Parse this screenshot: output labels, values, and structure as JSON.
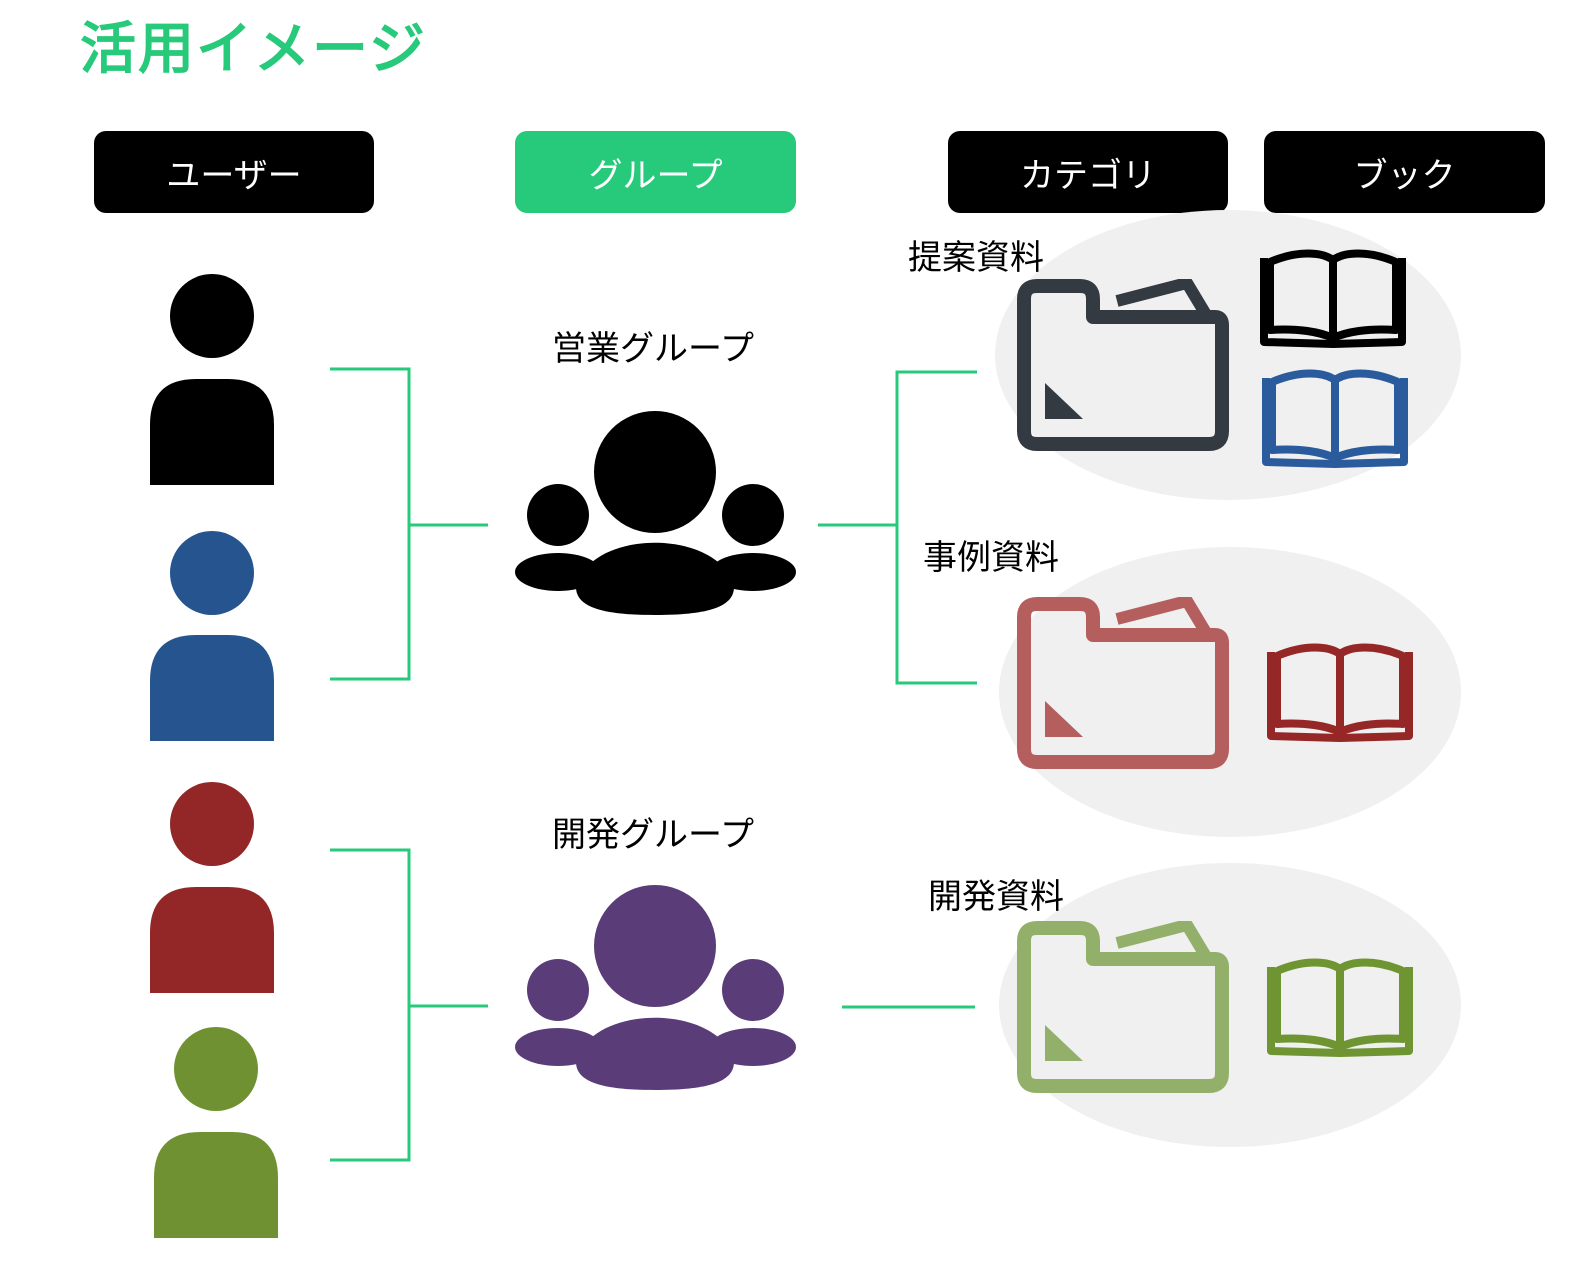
{
  "title": "活用イメージ",
  "headers": {
    "user": "ユーザー",
    "group": "グループ",
    "category": "カテゴリ",
    "book": "ブック"
  },
  "groups": [
    {
      "label": "営業グループ",
      "color": "#000000"
    },
    {
      "label": "開発グループ",
      "color": "#5a3d78"
    }
  ],
  "categories": [
    {
      "label": "提案資料",
      "color": "#333a42"
    },
    {
      "label": "事例資料",
      "color": "#b55e5e"
    },
    {
      "label": "開発資料",
      "color": "#93b06a"
    }
  ],
  "colors": {
    "accent": "#27c97a",
    "user_black": "#000000",
    "user_blue": "#25548f",
    "user_red": "#932626",
    "user_green": "#6f9132",
    "book_black": "#000000",
    "book_blue": "#2a5b9c",
    "book_red": "#962727",
    "book_green": "#6f9432",
    "cluster_bg": "#f0f0f0"
  }
}
